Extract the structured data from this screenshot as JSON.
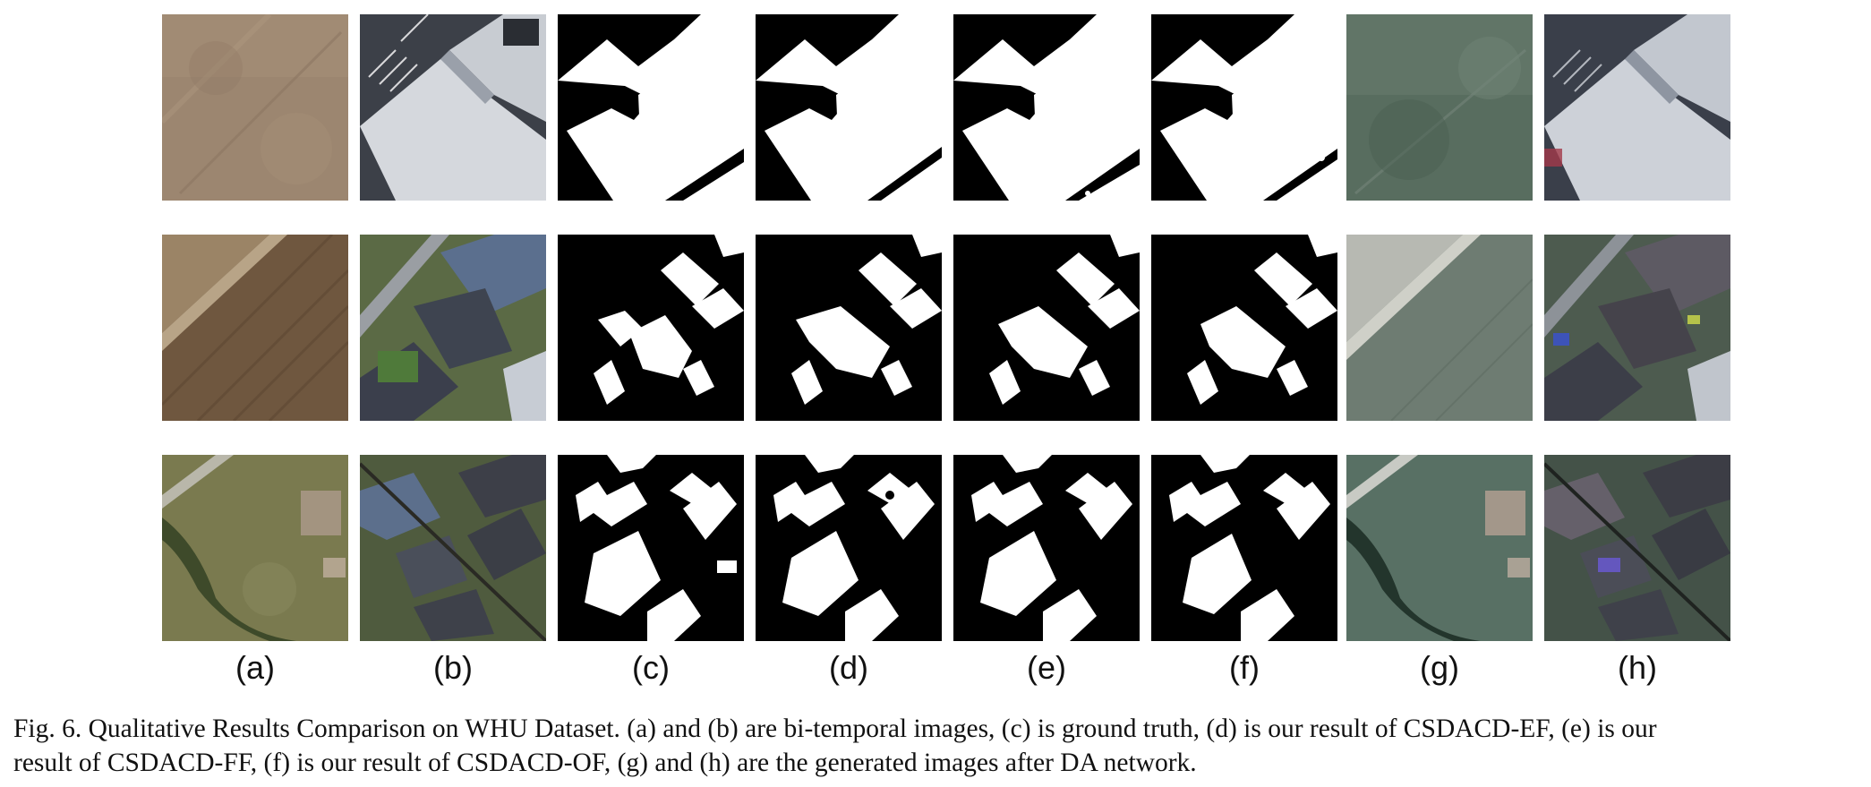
{
  "figure": {
    "column_labels": [
      "(a)",
      "(b)",
      "(c)",
      "(d)",
      "(e)",
      "(f)",
      "(g)",
      "(h)"
    ],
    "rows": 3,
    "columns": [
      {
        "label": "(a)",
        "content": "bi-temporal image (before)"
      },
      {
        "label": "(b)",
        "content": "bi-temporal image (after)"
      },
      {
        "label": "(c)",
        "content": "ground truth"
      },
      {
        "label": "(d)",
        "content": "CSDACD-EF result"
      },
      {
        "label": "(e)",
        "content": "CSDACD-FF result"
      },
      {
        "label": "(f)",
        "content": "CSDACD-OF result"
      },
      {
        "label": "(g)",
        "content": "generated image after DA network"
      },
      {
        "label": "(h)",
        "content": "generated image after DA network"
      }
    ],
    "palette": {
      "mask_fg": "#ffffff",
      "mask_bg": "#000000",
      "soil_row1": "#a08a70",
      "soil_row2": "#7a5f44",
      "grass": "#6f7d4c",
      "roof_grey": "#4a4f5e",
      "roof_light": "#d9dbe0",
      "greenish_generated": "#4d6a5a"
    }
  },
  "caption": {
    "line1": "Fig. 6.  Qualitative Results Comparison on WHU Dataset. (a) and (b) are bi-temporal images, (c) is ground truth, (d) is our result of CSDACD-EF, (e) is our",
    "line2": "result of CSDACD-FF, (f) is our result of CSDACD-OF, (g) and (h) are the generated images after DA network."
  }
}
